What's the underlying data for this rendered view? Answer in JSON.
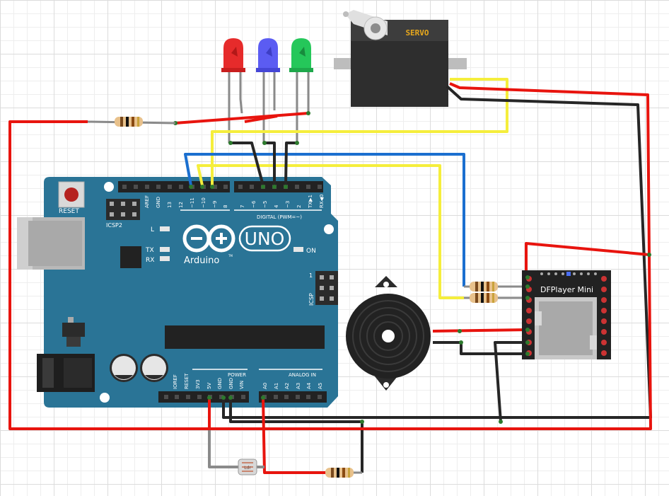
{
  "arduino": {
    "logo_word": "UNO",
    "brand": "Arduino",
    "trademark": "TM",
    "reset_label": "RESET",
    "icsp2_label": "ICSP2",
    "icsp_label": "ICSP",
    "icsp_pin_one": "1",
    "led_l": "L",
    "led_tx": "TX",
    "led_rx": "RX",
    "led_on": "ON",
    "digital_label": "DIGITAL (PWM=~)",
    "power_label": "POWER",
    "analog_label": "ANALOG IN",
    "top_pins": [
      "AREF",
      "GND",
      "13",
      "12",
      "~11",
      "~10",
      "~9",
      "8",
      "7",
      "~6",
      "~5",
      "4",
      "~3",
      "2",
      "TX▶1",
      "RX◀0"
    ],
    "bottom_pins": [
      "IOREF",
      "RESET",
      "3V3",
      "5V",
      "GND",
      "GND",
      "VIN",
      "A0",
      "A1",
      "A2",
      "A3",
      "A4",
      "A5"
    ]
  },
  "servo": {
    "label": "SERVO"
  },
  "dfplayer": {
    "label": "DFPlayer Mini"
  },
  "photoresistor": {
    "label": "Ldr"
  },
  "leds": [
    "red-led",
    "blue-led",
    "green-led"
  ],
  "colors": {
    "board": "#2a7496",
    "wire_red": "#e8140e",
    "wire_black": "#262626",
    "wire_yellow": "#f5ee3c",
    "wire_blue": "#1b6fcf",
    "wire_gray": "#8a8a8a",
    "servo_label": "#e8a81c"
  }
}
